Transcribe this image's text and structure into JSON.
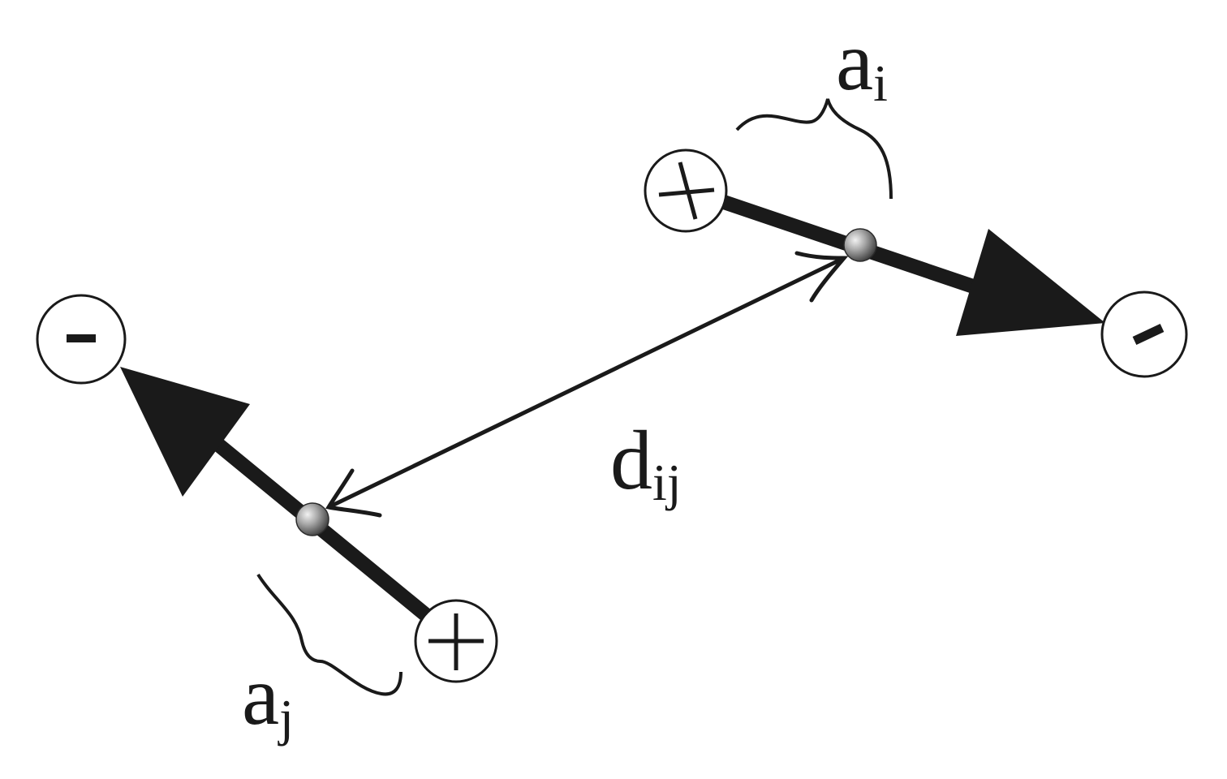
{
  "labels": {
    "dipole_i": {
      "main": "a",
      "sub": "i"
    },
    "dipole_j": {
      "main": "a",
      "sub": "j"
    },
    "distance": {
      "main": "d",
      "sub": "ij"
    }
  },
  "charges": {
    "i_positive": "+",
    "i_negative": "-",
    "j_positive": "+",
    "j_negative": "-"
  },
  "colors": {
    "ink": "#1a1a1a",
    "background": "#ffffff",
    "sphere_highlight": "#d9d9d9",
    "sphere_shadow": "#4d4d4d"
  }
}
